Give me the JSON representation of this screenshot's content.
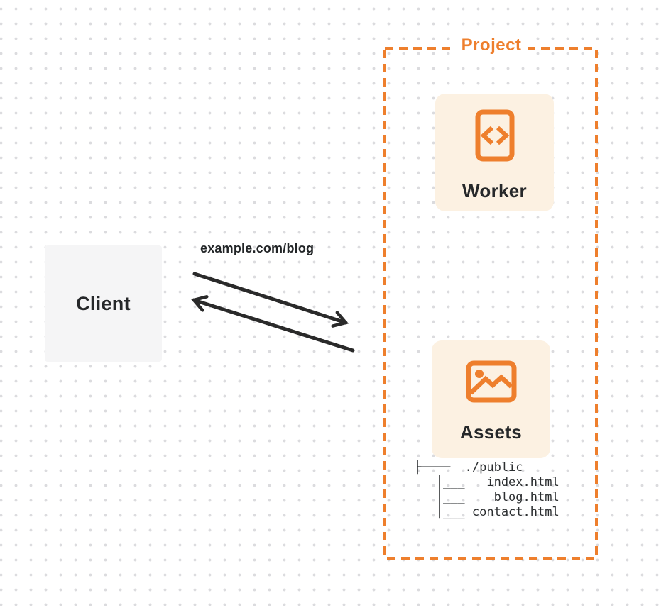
{
  "colors": {
    "accent_orange": "#ee7f2d",
    "card_background": "#fcf1e2",
    "client_background": "#f5f5f6",
    "arrow_dark": "#2a2a2a",
    "text_dark": "#26282a",
    "grid_dot": "#dbdbde"
  },
  "client": {
    "label": "Client"
  },
  "request": {
    "url_label": "example.com/blog"
  },
  "project": {
    "label": "Project",
    "nodes": [
      {
        "label": "Worker",
        "icon": "code-document-icon"
      },
      {
        "label": "Assets",
        "icon": "image-icon"
      }
    ],
    "file_tree": {
      "root": "./public",
      "files": [
        "index.html",
        "blog.html",
        "contact.html"
      ],
      "lines": [
        "├────  ./public",
        "   │___   index.html",
        "   │___    blog.html",
        "   │___ contact.html"
      ]
    }
  }
}
